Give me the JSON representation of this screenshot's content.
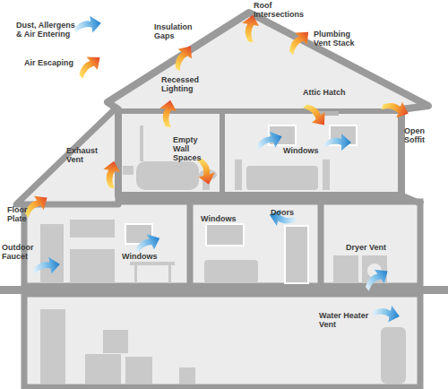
{
  "diagram": {
    "labels": [
      "Insulation Gaps",
      "Roof Intersections",
      "Plumbing Vent Stack",
      "Recessed Lighting",
      "Attic Hatch",
      "Open Soffit",
      "Empty Wall Spaces",
      "Windows",
      "Exhaust Vent",
      "Floor Plate",
      "Outdoor Faucet",
      "Windows",
      "Windows",
      "Doors",
      "Dryer Vent",
      "Water Heater Vent"
    ],
    "legend": [
      {
        "text": "Dust, Allergens & Air Entering"
      },
      {
        "text": "Air Escaping"
      }
    ]
  }
}
